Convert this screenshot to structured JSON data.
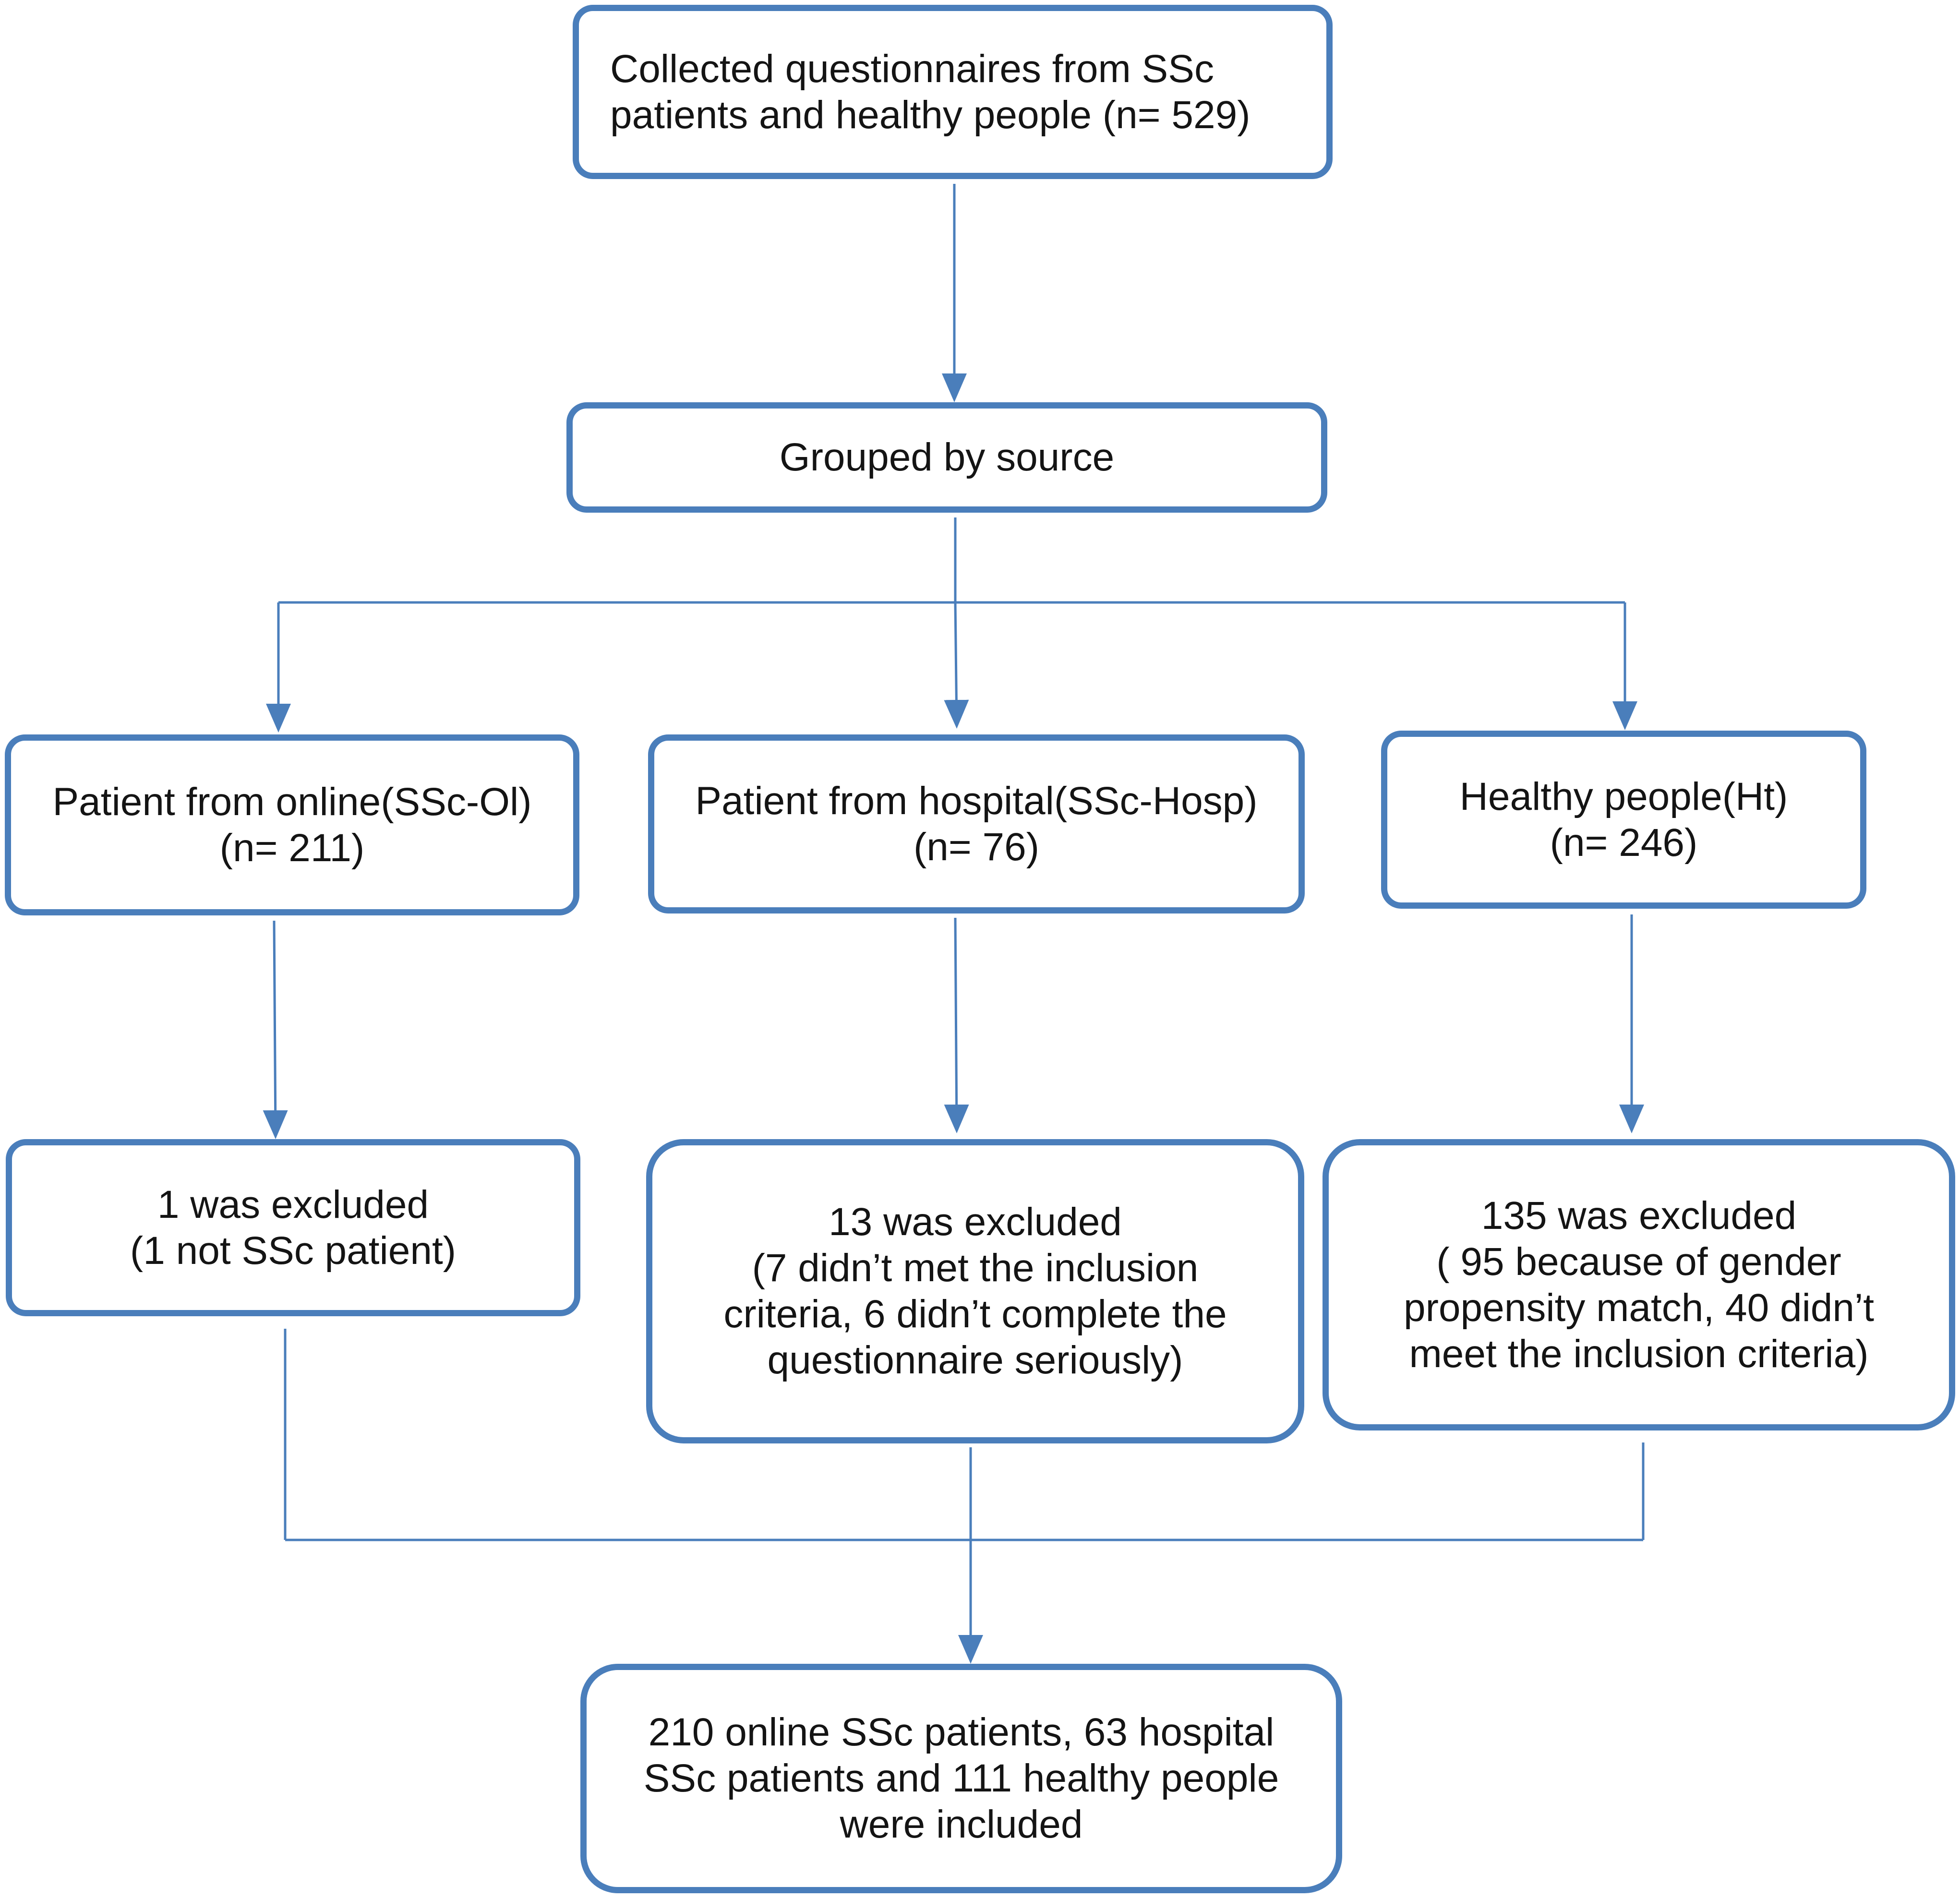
{
  "colors": {
    "border": "#4a7ebb",
    "connector": "#4a7ebb",
    "text": "#141414",
    "background": "#ffffff"
  },
  "boxes": {
    "collected": "Collected questionnaires from SSc\npatients and healthy people (n= 529)",
    "grouped": "Grouped by source",
    "online": "Patient from online(SSc-Ol)\n(n= 211)",
    "hospital": "Patient from hospital(SSc-Hosp)\n(n= 76)",
    "healthy": "Healthy people(Ht)\n(n= 246)",
    "excluded_online": "1 was excluded\n(1 not SSc patient)",
    "excluded_hospital": "13 was excluded\n(7 didn’t met the inclusion\ncriteria, 6 didn’t complete the\nquestionnaire seriously)",
    "excluded_healthy": "135 was excluded\n( 95 because of gender\npropensity match, 40 didn’t\nmeet the inclusion criteria)",
    "included": "210 online SSc patients, 63 hospital\nSSc patients and 111 healthy people\nwere included"
  }
}
